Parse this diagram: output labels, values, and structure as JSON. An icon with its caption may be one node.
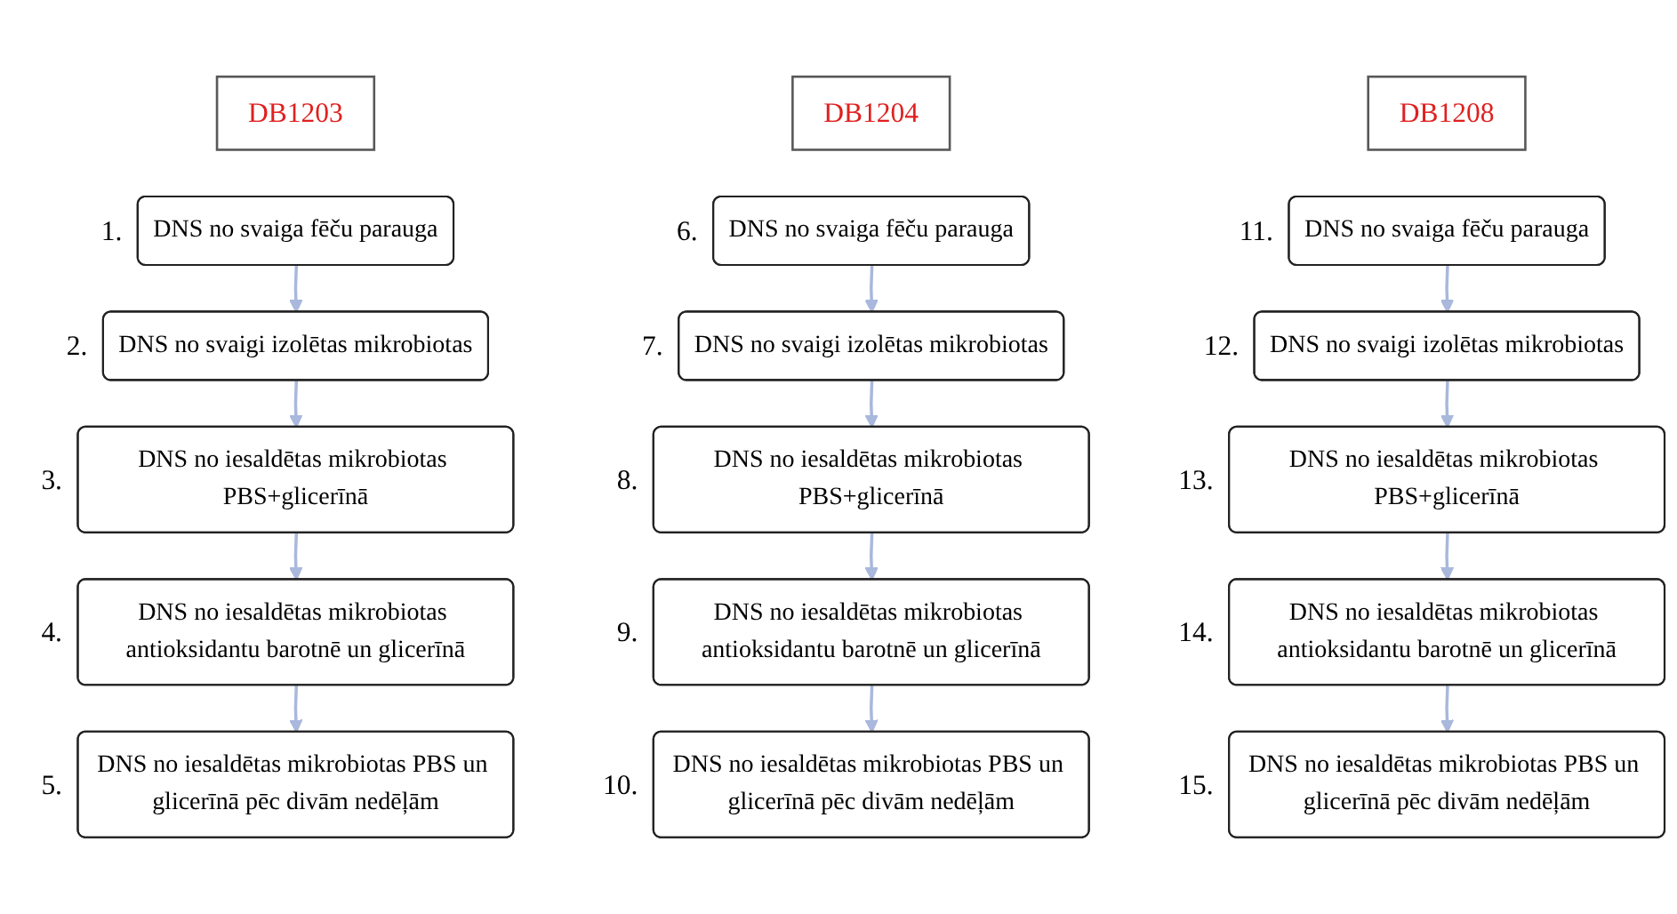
{
  "diagram": {
    "nodes": [
      {
        "text": [
          "DB1203"
        ]
      },
      {
        "text": [
          "DNS no svaiga fēču parauga"
        ],
        "beside": [
          "1."
        ]
      },
      {
        "text": [
          "DNS no svaigi izolētas mikrobiotas"
        ],
        "beside": [
          "2."
        ]
      },
      {
        "text": [
          "DNS no iesaldētas mikrobiotas PBS+glicerīnā"
        ],
        "beside": [
          "3."
        ]
      },
      {
        "text": [
          "DNS no iesaldētas mikrobiotas antioksidantu barotnē un glicerīnā"
        ],
        "beside": [
          "4."
        ]
      },
      {
        "text": [
          "DNS no iesaldētas mikrobiotas PBS un glicerīnā pēc divām nedēļām"
        ],
        "beside": [
          "5."
        ]
      },
      {
        "text": [
          "DB1204"
        ]
      },
      {
        "text": [
          "DNS no svaiga fēču parauga"
        ],
        "beside": [
          "6."
        ]
      },
      {
        "text": [
          "DNS no svaigi izolētas mikrobiotas"
        ],
        "beside": [
          "7."
        ]
      },
      {
        "text": [
          "DNS no iesaldētas mikrobiotas PBS+glicerīnā"
        ],
        "beside": [
          "8."
        ]
      },
      {
        "text": [
          "DNS no iesaldētas mikrobiotas antioksidantu barotnē un glicerīnā"
        ],
        "beside": [
          "9."
        ]
      },
      {
        "text": [
          "DNS no iesaldētas mikrobiotas PBS un glicerīnā pēc divām nedēļām"
        ],
        "beside": [
          "10."
        ]
      },
      {
        "text": [
          "DB1208"
        ]
      },
      {
        "text": [
          "DNS no svaiga fēču parauga"
        ],
        "beside": [
          "11."
        ]
      },
      {
        "text": [
          "DNS no svaigi izolētas mikrobiotas"
        ],
        "beside": [
          "12."
        ]
      },
      {
        "text": [
          "DNS no iesaldētas mikrobiotas PBS+glicerīnā"
        ],
        "beside": [
          "13."
        ]
      },
      {
        "text": [
          "DNS no iesaldētas mikrobiotas antioksidantu barotnē un glicerīnā"
        ],
        "beside": [
          "14."
        ]
      },
      {
        "text": [
          "DNS no iesaldētas mikrobiotas PBS un glicerīnā pēc divām nedēļām"
        ],
        "beside": [
          "15."
        ]
      }
    ],
    "edges": [
      {
        "from": 1,
        "to": 2,
        "arrow": "to"
      },
      {
        "from": 2,
        "to": 3,
        "arrow": "to"
      },
      {
        "from": 3,
        "to": 4,
        "arrow": "to"
      },
      {
        "from": 4,
        "to": 5,
        "arrow": "to"
      },
      {
        "from": 7,
        "to": 8,
        "arrow": "to"
      },
      {
        "from": 8,
        "to": 9,
        "arrow": "to"
      },
      {
        "from": 9,
        "to": 10,
        "arrow": "to"
      },
      {
        "from": 10,
        "to": 11,
        "arrow": "to"
      },
      {
        "from": 13,
        "to": 14,
        "arrow": "to"
      },
      {
        "from": 14,
        "to": 15,
        "arrow": "to"
      },
      {
        "from": 15,
        "to": 16,
        "arrow": "to"
      },
      {
        "from": 16,
        "to": 17,
        "arrow": "to"
      }
    ]
  }
}
